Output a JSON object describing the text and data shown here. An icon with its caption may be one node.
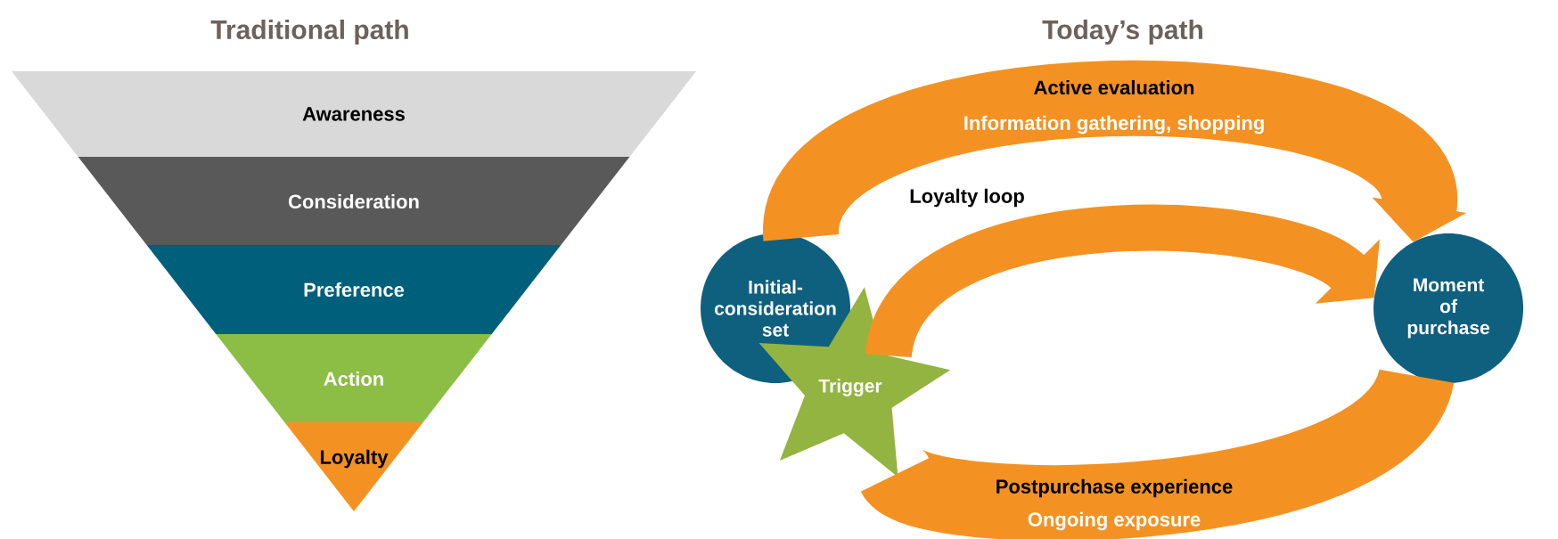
{
  "diagram": {
    "nodes": [
      {
        "text": [
          "Awareness"
        ]
      },
      {
        "text": [
          "Consideration"
        ]
      },
      {
        "text": [
          "Preference"
        ]
      },
      {
        "text": [
          "Action"
        ]
      },
      {
        "text": [
          "Loyalty"
        ]
      },
      {
        "text": [
          "Initial- consideration set"
        ]
      },
      {
        "text": [
          "Moment of purchase"
        ]
      },
      {
        "text": [
          "Trigger"
        ]
      }
    ],
    "edges": [
      {
        "from": 5,
        "to": 6,
        "arrow": "to",
        "label": "Active evaluation"
      },
      {
        "from": 7,
        "to": 6,
        "arrow": "to",
        "label": "Loyalty loop"
      },
      {
        "from": 6,
        "to": 7,
        "arrow": "none",
        "label": "Postpurchase experience"
      }
    ],
    "labels": [
      "Traditional path",
      "Today’s path",
      "Information gathering, shopping",
      "Ongoing exposure"
    ]
  }
}
